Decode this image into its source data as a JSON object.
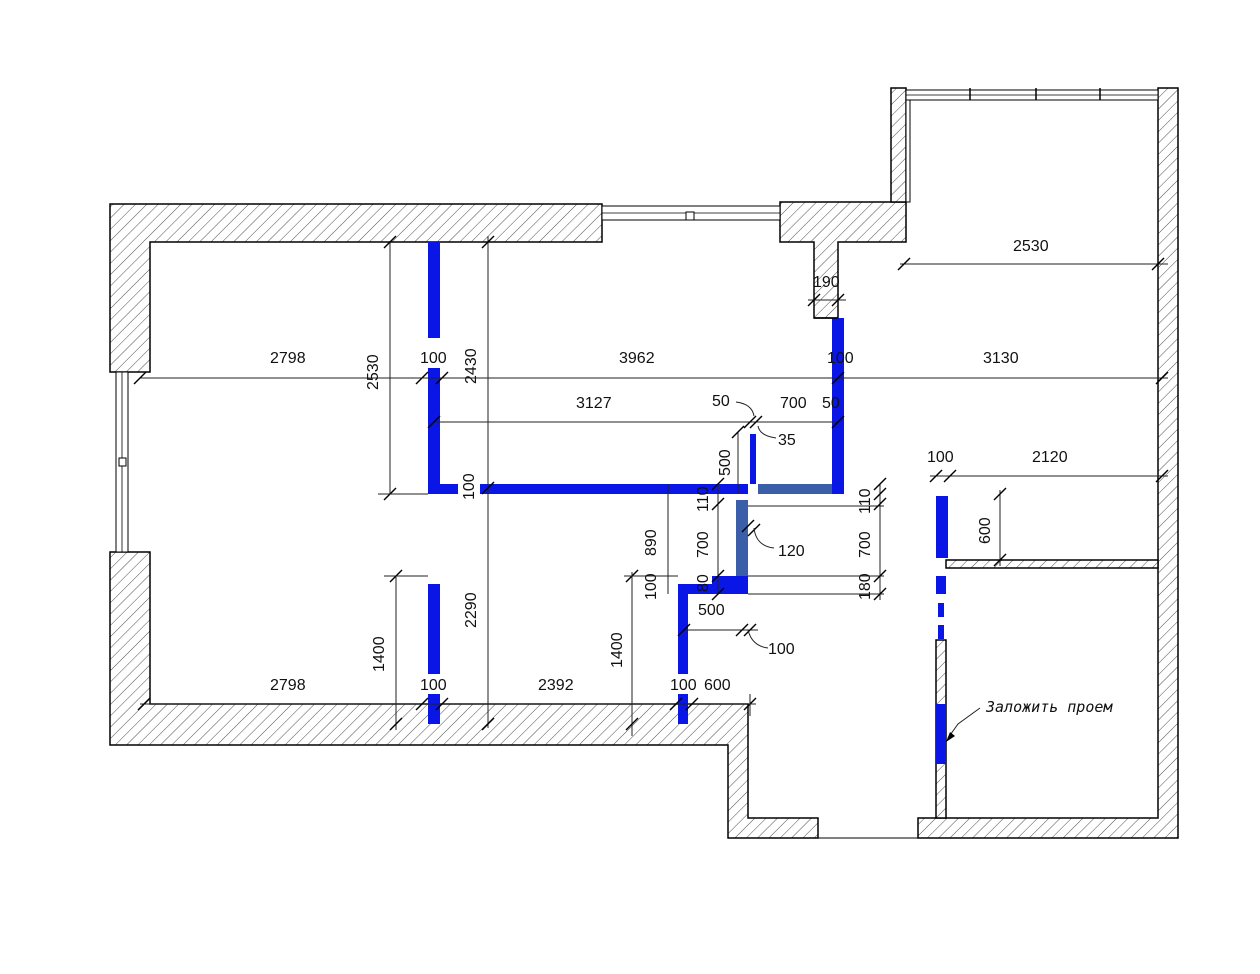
{
  "dimensions": {
    "d_2798_top": "2798",
    "d_100_top": "100",
    "d_2530_v": "2530",
    "d_2430_v": "2430",
    "d_3962": "3962",
    "d_100_mid": "100",
    "d_3130": "3130",
    "d_2530_right": "2530",
    "d_190": "190",
    "d_3127": "3127",
    "d_50_left": "50",
    "d_700_top": "700",
    "d_50_right": "50",
    "d_35": "35",
    "d_500_v": "500",
    "d_100_v": "100",
    "d_890": "890",
    "d_110_left": "110",
    "d_700_left": "700",
    "d_120": "120",
    "d_110_right": "110",
    "d_700_right": "700",
    "d_180": "180",
    "d_100_small": "100",
    "d_80": "80",
    "d_500_h": "500",
    "d_100_pointer": "100",
    "d_2290": "2290",
    "d_1400_left": "1400",
    "d_1400_mid": "1400",
    "d_2798_bottom": "2798",
    "d_100_bottom": "100",
    "d_2392": "2392",
    "d_100_bottom2": "100",
    "d_600_bottom": "600",
    "d_100_right_room": "100",
    "d_2120": "2120",
    "d_600_v": "600"
  },
  "note": "Заложить проем",
  "colors": {
    "new_wall": "#0a16e6",
    "new_partition": "#3b5ea8",
    "hatch": "#000000"
  }
}
